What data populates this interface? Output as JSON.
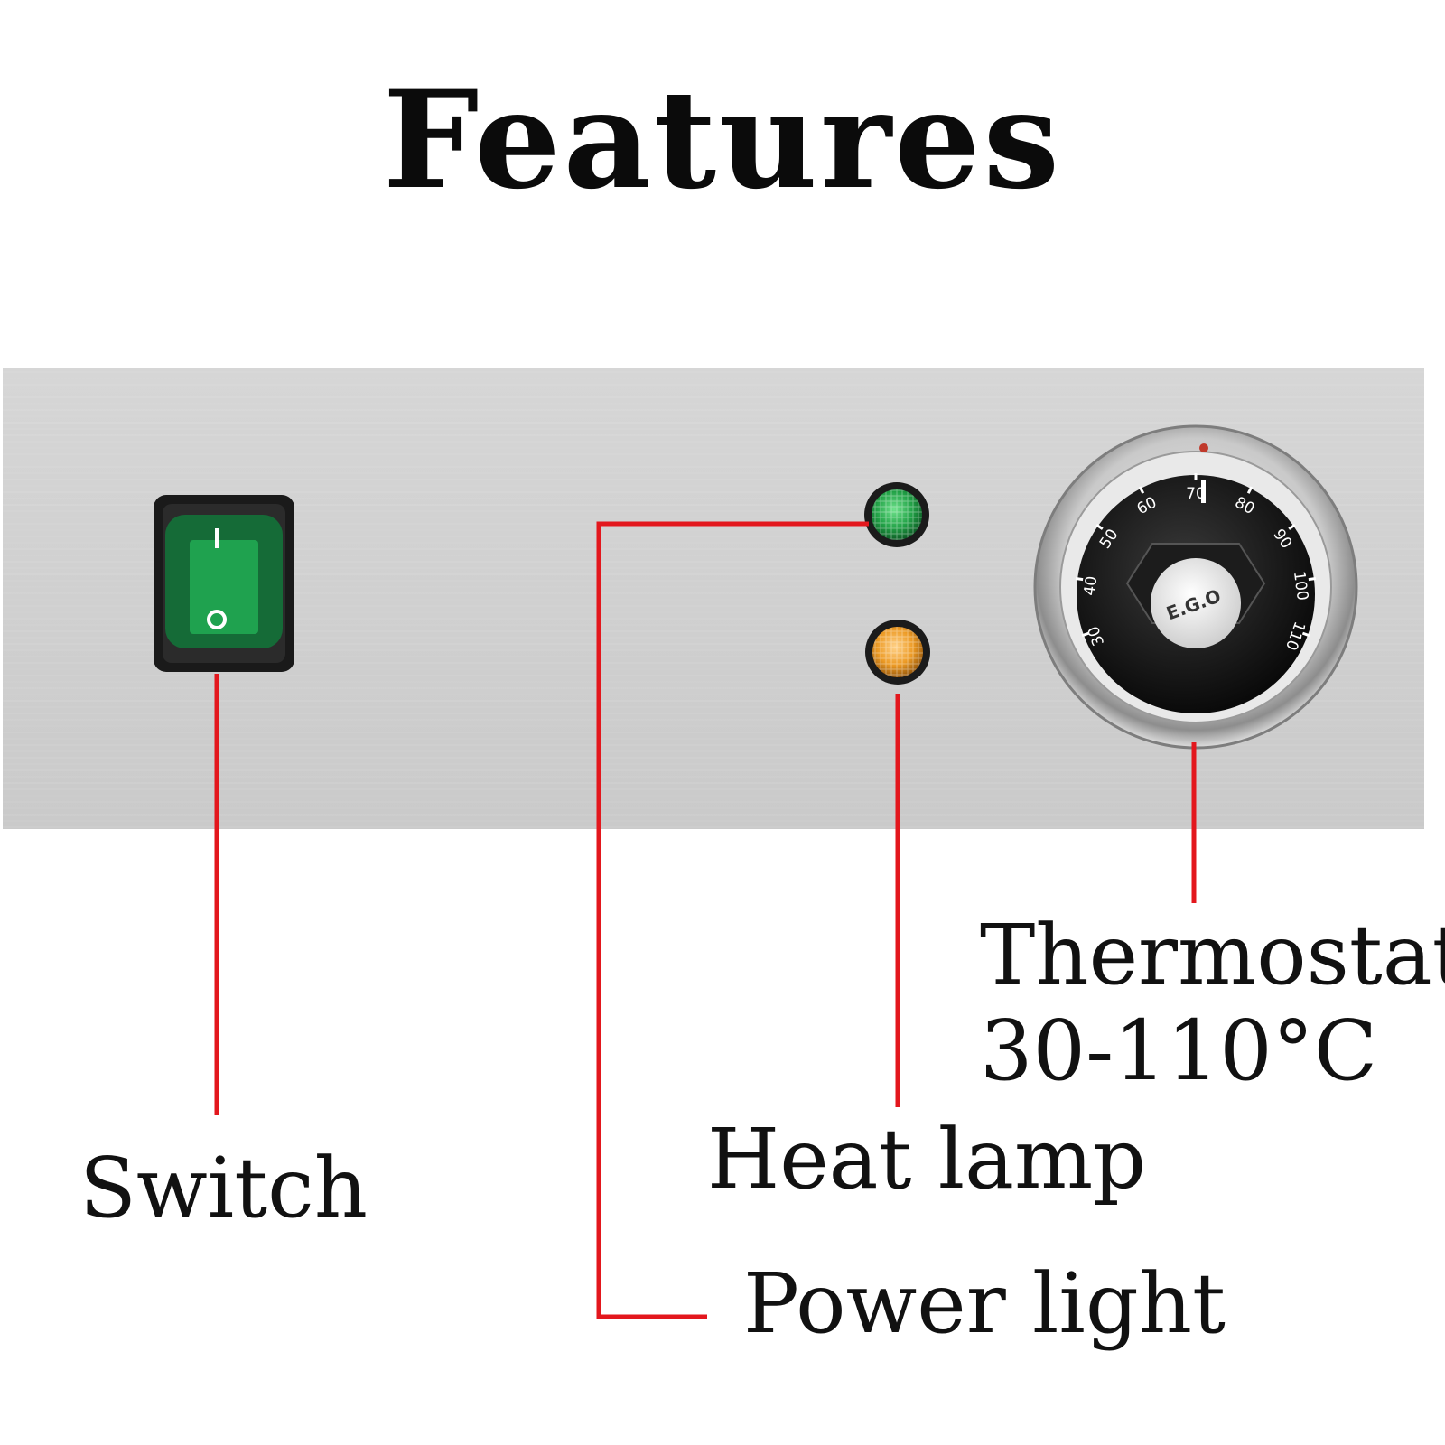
{
  "title": "Features",
  "labels": {
    "switch": "Switch",
    "heat_lamp": "Heat lamp",
    "power_light": "Power light",
    "thermostat": "Thermostat",
    "thermostat_range": "30-110°C"
  },
  "switch": {
    "on_mark": "I",
    "off_mark": "O"
  },
  "dial": {
    "ticks": [
      "30",
      "40",
      "50",
      "60",
      "70",
      "80",
      "90",
      "100",
      "110"
    ],
    "logo": "E.G.O"
  },
  "colors": {
    "leader_line": "#e3171d",
    "switch_green": "#1f9a4e",
    "power_light": "#2fa34a",
    "heat_lamp": "#e8941e",
    "panel": "#d1d1d1"
  }
}
